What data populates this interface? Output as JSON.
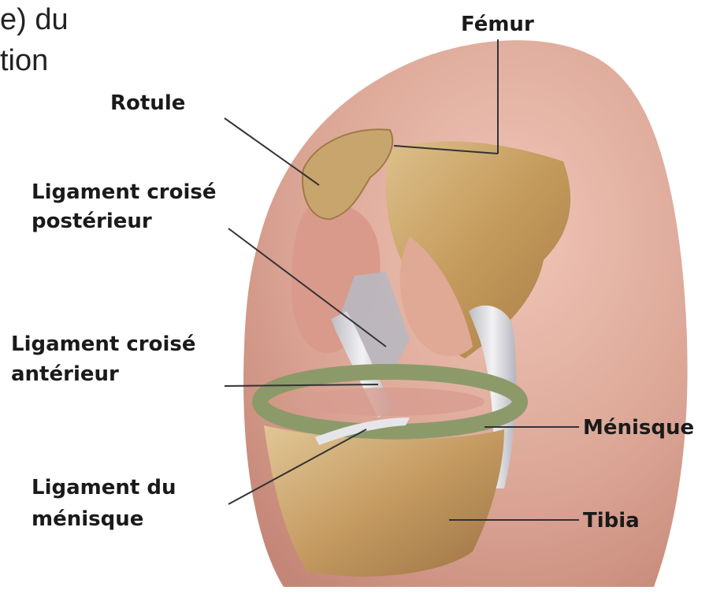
{
  "cropped_text": {
    "line1": "e) du",
    "line2": "tion"
  },
  "labels": {
    "femur": "Fémur",
    "rotule": "Rotule",
    "lcp_line1": "Ligament croisé",
    "lcp_line2": "postérieur",
    "lca_line1": "Ligament croisé",
    "lca_line2": "antérieur",
    "menisque": "Ménisque",
    "lig_menisque_line1": "Ligament du",
    "lig_menisque_line2": "ménisque",
    "tibia": "Tibia"
  },
  "colors": {
    "skin": "#d9a08f",
    "bone": "#c8a26a",
    "ligament": "#d9d9dd",
    "menisque": "#8c9a6a",
    "leader": "#333333"
  }
}
